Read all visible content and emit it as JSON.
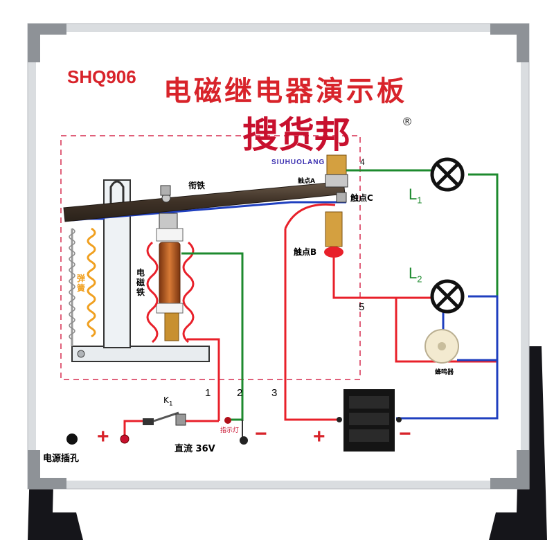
{
  "board": {
    "model": "SHQ906",
    "title": "电磁继电器演示板",
    "watermark": "搜货邦",
    "watermark_sub": "SIUHUOLANG",
    "watermark_reg": "®"
  },
  "labels": {
    "armature": "衔铁",
    "contact_a": "触点A",
    "contact_c": "触点C",
    "contact_b": "触点B",
    "spring": "弹簧",
    "electromagnet": "电磁铁",
    "switch": "K",
    "switch_sub": "1",
    "indicator": "指示灯",
    "dc_supply": "直流 36V",
    "power_jack": "电源插孔",
    "buzzer": "蜂鸣器",
    "lamp1": "L",
    "lamp1_sub": "1",
    "lamp2": "L",
    "lamp2_sub": "2",
    "terminal_1": "1",
    "terminal_2": "2",
    "terminal_3": "3",
    "terminal_4": "4",
    "terminal_5": "5",
    "plus_left": "+",
    "minus_left": "−",
    "plus_right": "+",
    "minus_right": "−"
  },
  "colors": {
    "red_wire": "#e8202a",
    "green_wire": "#1d8a2e",
    "blue_wire": "#1f3fbf",
    "dashed_frame": "#e0607a",
    "text_red": "#d8232a",
    "watermark_red": "#c8102e",
    "watermark_blue": "#3a2fb0"
  }
}
